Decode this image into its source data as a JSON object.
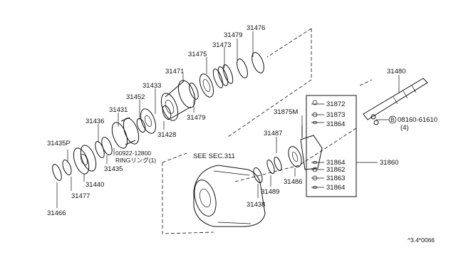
{
  "diagram": {
    "part_numbers": {
      "p31476": "31476",
      "p31479a": "31479",
      "p31473": "31473",
      "p31475": "31475",
      "p31471": "31471",
      "p31433": "31433",
      "p31452": "31452",
      "p31431": "31431",
      "p31479b": "31479",
      "p31428": "31428",
      "p31436": "31436",
      "p31435P": "31435P",
      "p31435": "31435",
      "p31440": "31440",
      "p31477": "31477",
      "p31466": "31466",
      "p31480": "31480",
      "p31872": "31872",
      "p31873": "31873",
      "p31864a": "31864",
      "p31875M": "31875M",
      "p31487": "31487",
      "p31864b": "31864",
      "p31862": "31862",
      "p31863": "31863",
      "p31864c": "31864",
      "p31860": "31860",
      "p31486": "31486",
      "p31489": "31489",
      "p31438": "31438"
    },
    "ring_part": "00922-12800",
    "ring_note": "RINGリング(1)",
    "see_sec": "SEE SEC.311",
    "bolt_callout": "B",
    "bolt_part": "08160-61610",
    "bolt_qty": "(4)",
    "drawing_code": "^3.4*0066"
  }
}
